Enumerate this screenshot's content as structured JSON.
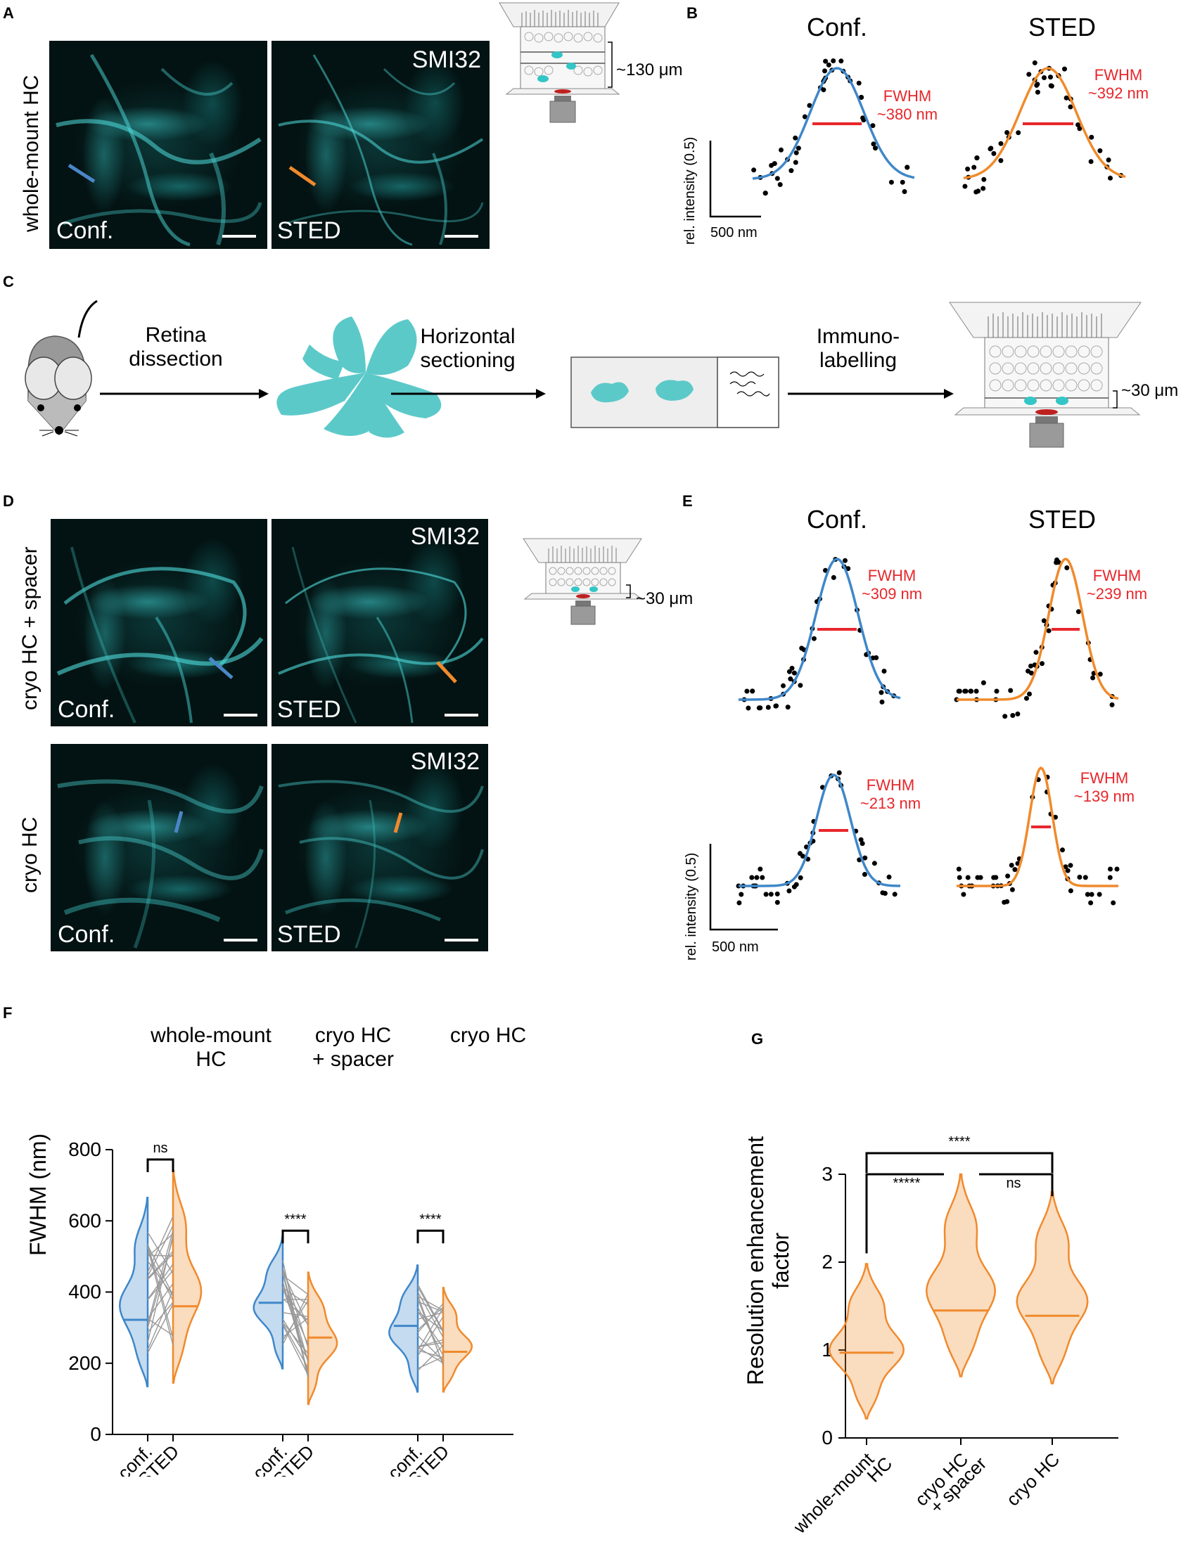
{
  "panels": {
    "a": "A",
    "b": "B",
    "c": "C",
    "d": "D",
    "e": "E",
    "f": "F",
    "g": "G"
  },
  "panel_a": {
    "row_label": "whole-mount HC",
    "conf_label": "Conf.",
    "sted_label": "STED",
    "stain": "SMI32",
    "depth": "~130 μm"
  },
  "panel_b": {
    "conf_title": "Conf.",
    "sted_title": "STED",
    "conf_fwhm": [
      "FWHM",
      "~380 nm"
    ],
    "sted_fwhm": [
      "FWHM",
      "~392 nm"
    ],
    "ylabel": "rel. intensity (0.5)",
    "xscale": "500 nm"
  },
  "panel_c": {
    "step1": [
      "Retina",
      "dissection"
    ],
    "step2": [
      "Horizontal",
      "sectioning"
    ],
    "step3": [
      "Immuno-",
      "labelling"
    ],
    "depth": "~30 μm"
  },
  "panel_d": {
    "row1_label": "cryo HC + spacer",
    "row2_label": "cryo HC",
    "conf_label": "Conf.",
    "sted_label": "STED",
    "stain": "SMI32",
    "depth": "~30 μm"
  },
  "panel_e": {
    "conf_title": "Conf.",
    "sted_title": "STED",
    "r1_conf_fwhm": [
      "FWHM",
      "~309 nm"
    ],
    "r1_sted_fwhm": [
      "FWHM",
      "~239 nm"
    ],
    "r2_conf_fwhm": [
      "FWHM",
      "~213 nm"
    ],
    "r2_sted_fwhm": [
      "FWHM",
      "~139 nm"
    ],
    "ylabel": "rel. intensity (0.5)",
    "xscale": "500 nm"
  },
  "colors": {
    "conf": "#3f87c9",
    "sted": "#f08a2c",
    "fwhm_text": "#e8262b",
    "cyan": "#34c6c6"
  },
  "chart_data": [
    {
      "type": "violin",
      "panel": "F",
      "group_titles": [
        [
          "whole-mount",
          "HC"
        ],
        [
          "cryo HC",
          "+ spacer"
        ],
        [
          "cryo HC"
        ]
      ],
      "ylabel": "FWHM (nm)",
      "ylim": [
        0,
        800
      ],
      "yticks": [
        0,
        200,
        400,
        600,
        800
      ],
      "xticklabels": [
        "conf.",
        "STED",
        "conf.",
        "STED",
        "conf.",
        "STED"
      ],
      "series": [
        {
          "name": "conf.",
          "color": "#3f87c9",
          "medians": [
            322,
            370,
            305
          ],
          "min": [
            135,
            185,
            120
          ],
          "max": [
            665,
            555,
            475
          ]
        },
        {
          "name": "STED",
          "color": "#f08a2c",
          "medians": [
            360,
            272,
            232
          ],
          "min": [
            145,
            85,
            120
          ],
          "max": [
            742,
            455,
            412
          ]
        }
      ],
      "significance": [
        "ns",
        "****",
        "****"
      ]
    },
    {
      "type": "violin",
      "panel": "G",
      "categories": [
        [
          "whole-mount",
          "HC"
        ],
        [
          "cryo HC",
          "+ spacer"
        ],
        [
          "cryo HC"
        ]
      ],
      "ylabel": [
        "Resolution enhancement",
        "factor"
      ],
      "ylim": [
        0,
        3
      ],
      "yticks": [
        0,
        1,
        2,
        3
      ],
      "medians": [
        0.97,
        1.45,
        1.39
      ],
      "min": [
        0.22,
        0.7,
        0.62
      ],
      "max": [
        1.98,
        3.0,
        2.8
      ],
      "significance": [
        {
          "pair": [
            1,
            3
          ],
          "label": "****"
        },
        {
          "pair": [
            1,
            2
          ],
          "label": "*****"
        },
        {
          "pair": [
            2,
            3
          ],
          "label": "ns"
        }
      ]
    }
  ]
}
